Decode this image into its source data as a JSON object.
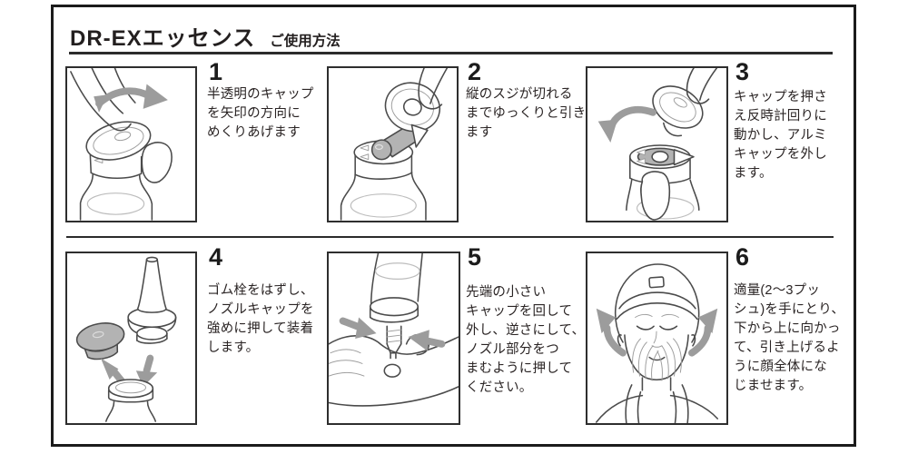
{
  "header": {
    "title": "DR-EXエッセンス",
    "subtitle": "ご使用方法"
  },
  "colors": {
    "border": "#1b1b1b",
    "line_art": "#4b4b4b",
    "arrow_gray": "#9c9c9c",
    "shade_gray": "#b3b3b3",
    "text": "#2a2424"
  },
  "steps": [
    {
      "number": "1",
      "text": "半透明のキャップ\nを矢印の方向に\nめくりあげます",
      "illustration": "hand-lifting-translucent-cap-with-right-arrow"
    },
    {
      "number": "2",
      "text": "縦のスジが切れる\nまでゆっくりと引き\nます",
      "illustration": "pulling-cap-disc-until-vertical-line-breaks"
    },
    {
      "number": "3",
      "text": "キャップを押さ\nえ反時計回りに\n動かし、アルミ\nキャップを外し\nます。",
      "illustration": "turning-cap-counterclockwise-removing-aluminum-cap"
    },
    {
      "number": "4",
      "text": "ゴム栓をはずし、\nノズルキャップを\n強めに押して装着\nします。",
      "illustration": "rubber-stopper-removed-nozzle-cap-attached"
    },
    {
      "number": "5",
      "text": "先端の小さい\nキャップを回して\n外し、逆さにして、\nノズル部分をつ\nまむように押して\nください。",
      "illustration": "inverted-bottle-dispensing-onto-hand"
    },
    {
      "number": "6",
      "text": "適量(2～3プッ\nシュ)を手にとり、\n下から上に向かっ\nて、引き上げるよ\nうに顔全体にな\nじませます。",
      "illustration": "applying-to-face-with-upward-strokes"
    }
  ]
}
